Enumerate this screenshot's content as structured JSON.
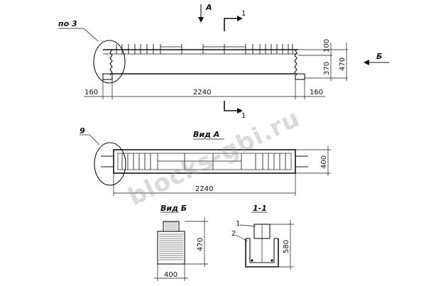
{
  "drawing": {
    "elevation": {
      "section_arrow_label": "A",
      "section_mark_top": "1",
      "section_mark_bottom": "1",
      "callout": "по 3",
      "side_view_arrow_label": "Б",
      "dim_total_height": "470",
      "dim_top": "100",
      "dim_body": "370",
      "dim_length": "2240",
      "dim_left_end": "160",
      "dim_right_end": "160"
    },
    "plan": {
      "title": "Вид А",
      "callout": "9",
      "dim_width": "400",
      "dim_length": "2240"
    },
    "view_b": {
      "title": "Вид Б",
      "dim_height": "470",
      "dim_width": "400"
    },
    "section_1_1": {
      "title": "1-1",
      "callout_1": "1",
      "callout_2": "2",
      "dim_height": "580"
    },
    "watermark": "blocks-gbi.ru"
  }
}
